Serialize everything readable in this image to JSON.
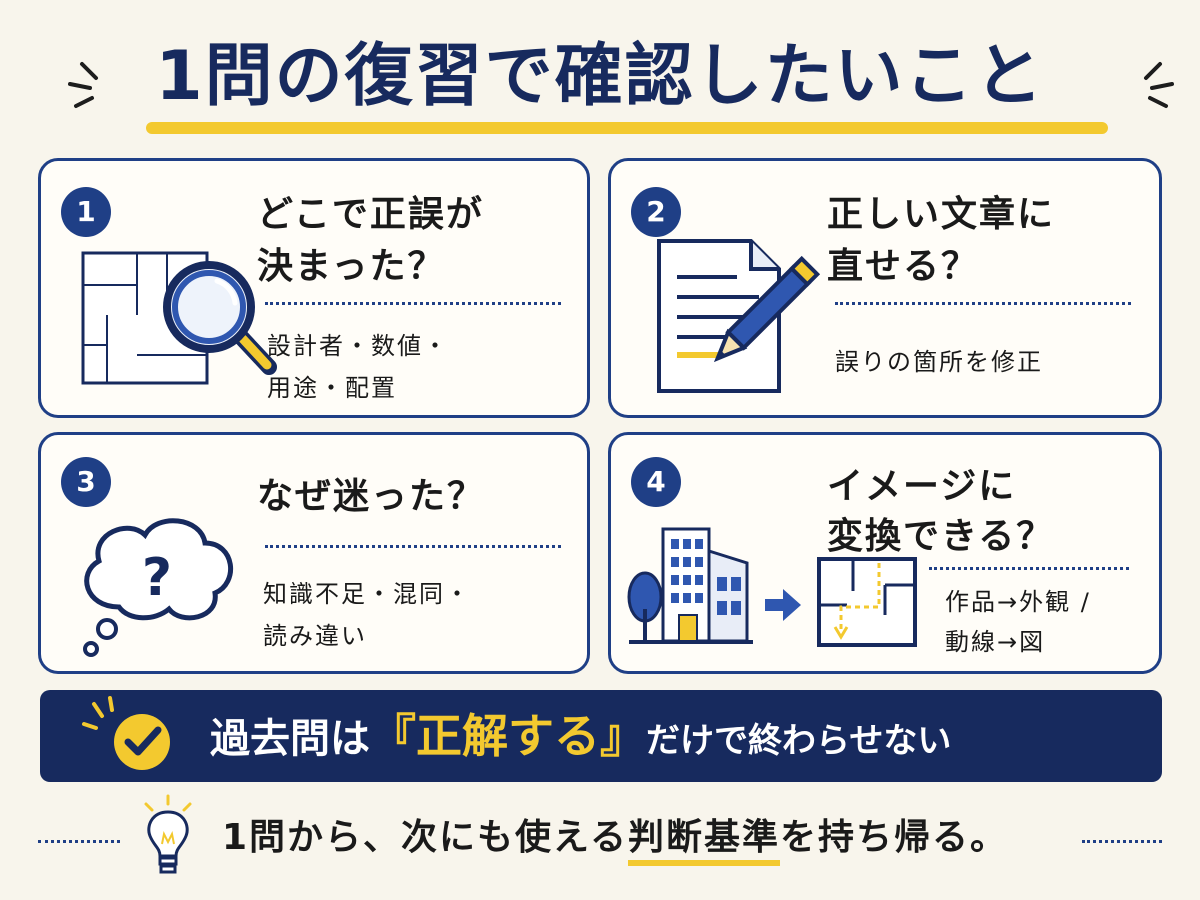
{
  "title": "1問の復習で確認したいこと",
  "cards": [
    {
      "number": "1",
      "title_line1": "どこで正誤が",
      "title_line2": "決まった？",
      "text_line1": "設計者・数値・",
      "text_line2": "用途・配置",
      "icon": "floorplan-magnifier-icon"
    },
    {
      "number": "2",
      "title_line1": "正しい文章に",
      "title_line2": "直せる？",
      "text_line1": "誤りの箇所を修正",
      "icon": "document-pencil-icon"
    },
    {
      "number": "3",
      "title_line1": "なぜ迷った？",
      "text_line1": "知識不足・混同・",
      "text_line2": "読み違い",
      "icon": "thought-bubble-question-icon"
    },
    {
      "number": "4",
      "title_line1": "イメージに",
      "title_line2": "変換できる？",
      "text_line1": "作品→外観 /",
      "text_line2": "動線→図",
      "icon": "building-to-floorplan-icon"
    }
  ],
  "banner": {
    "part1": "過去問は",
    "highlight": "『正解する』",
    "part2": "だけで終わらせない",
    "icon": "check-circle-icon"
  },
  "footer": {
    "part1": "1問から、次にも使える",
    "highlight": "判断基準",
    "part2": "を持ち帰る。",
    "icon": "lightbulb-icon"
  },
  "colors": {
    "navy": "#1f3f86",
    "dark_navy": "#172a5e",
    "yellow": "#f3c92f",
    "background": "#f8f5ec"
  }
}
